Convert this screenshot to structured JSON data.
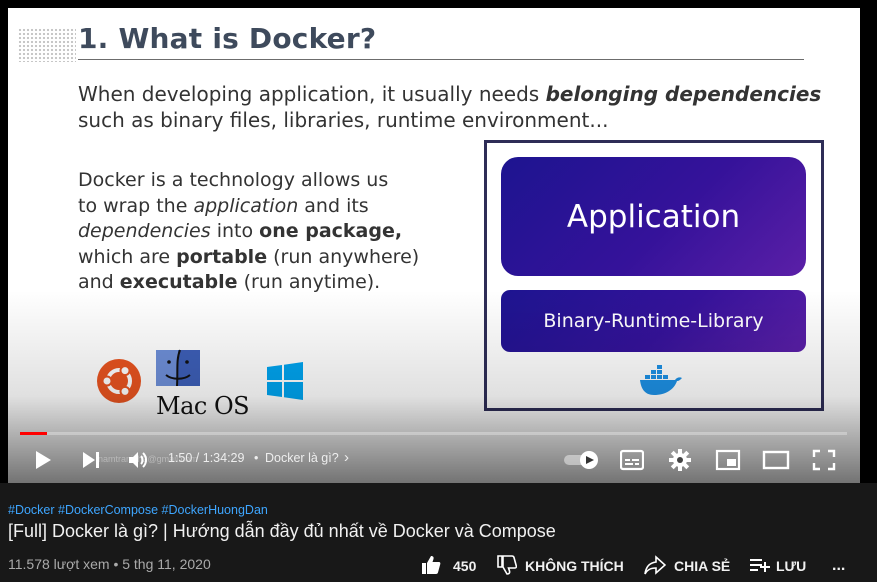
{
  "slide": {
    "title": "1. What is Docker?",
    "intro_line1_plain": "When developing application, it usually needs ",
    "intro_line1_bold": "belonging dependencies",
    "intro_line2": "such as binary files, libraries, runtime environment...",
    "desc": {
      "l1": "Docker is a technology allows us",
      "l2a": "to wrap the ",
      "l2b": "application",
      "l2c": " and its",
      "l3a": "dependencies",
      "l3b": " into ",
      "l3c": "one package,",
      "l4a": "which are ",
      "l4b": "portable",
      "l4c": " (run anywhere)",
      "l5a": "and ",
      "l5b": "executable",
      "l5c": " (run anytime)."
    },
    "diagram": {
      "app_label": "Application",
      "bin_label": "Binary-Runtime-Library"
    },
    "os_labels": {
      "mac": "Mac OS"
    }
  },
  "player": {
    "progress_fraction": 0.033,
    "time_display": "1:50 / 1:34:29",
    "chapter_sep": "•",
    "chapter": "Docker là gì?",
    "chapter_chevron": "›",
    "watermark": "namtranich2@gmail.com",
    "icons": [
      "play-icon",
      "next-icon",
      "volume-icon",
      "autoplay-toggle-icon",
      "subtitles-icon",
      "settings-icon",
      "miniplayer-icon",
      "theater-icon",
      "fullscreen-icon"
    ]
  },
  "video_info": {
    "hashtags": "#Docker #DockerCompose #DockerHuongDan",
    "title": "[Full] Docker là gì? | Hướng dẫn đầy đủ nhất về Docker và Compose",
    "views_date": "11.578 lượt xem • 5 thg 11, 2020",
    "like_count": "450",
    "dislike_label": "KHÔNG THÍCH",
    "share_label": "CHIA SẺ",
    "save_label": "LƯU",
    "more_label": "..."
  },
  "colors": {
    "accent_red": "#ff0000",
    "link_blue": "#3ea6ff",
    "diagram_purple": "#35129a"
  }
}
